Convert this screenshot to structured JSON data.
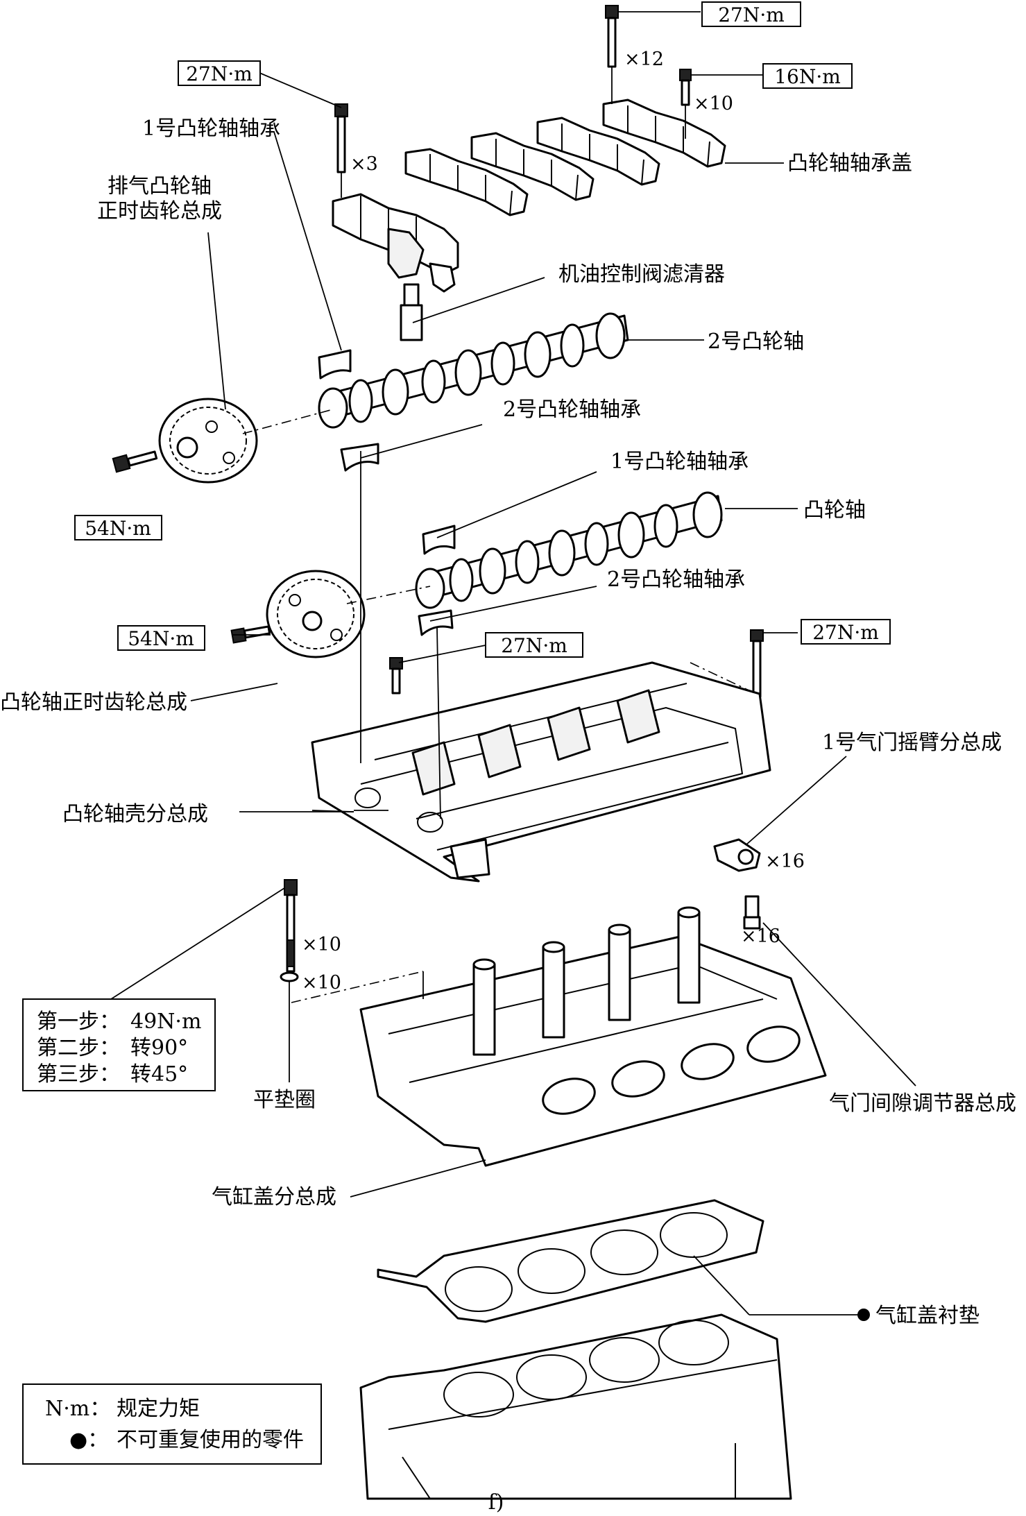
{
  "torque": {
    "top_bolt": "27N·m",
    "left_bolt": "27N·m",
    "cap_bolt": "16N·m",
    "exhaust_gear_bolt": "54N·m",
    "intake_gear_bolt": "54N·m",
    "housing_bolt_left": "27N·m",
    "housing_bolt_right": "27N·m"
  },
  "counts": {
    "top_bolt": "×12",
    "cap_bolt": "×10",
    "left_bolt": "×3",
    "rocker_arm": "×16",
    "lash_adjuster": "×16",
    "head_bolt": "×10",
    "washer": "×10"
  },
  "labels": {
    "no1_bearing_top": "1号凸轮轴轴承",
    "exhaust_gear_line1": "排气凸轮轴",
    "exhaust_gear_line2": "正时齿轮总成",
    "bearing_cap": "凸轮轴轴承盖",
    "ocv_filter": "机油控制阀滤清器",
    "no2_camshaft": "2号凸轮轴",
    "no2_bearing_upper": "2号凸轮轴轴承",
    "no1_bearing_lower": "1号凸轮轴轴承",
    "camshaft": "凸轮轴",
    "no2_bearing_lower": "2号凸轮轴轴承",
    "cam_gear": "凸轮轴正时齿轮总成",
    "cam_housing": "凸轮轴壳分总成",
    "rocker_arm": "1号气门摇臂分总成",
    "washer": "平垫圈",
    "lash_adjuster": "气门间隙调节器总成",
    "cylinder_head": "气缸盖分总成",
    "head_gasket": "气缸盖衬垫"
  },
  "steps": [
    {
      "label": "第一步：",
      "value": "49N·m"
    },
    {
      "label": "第二步：",
      "value": "转90°"
    },
    {
      "label": "第三步：",
      "value": "转45°"
    }
  ],
  "legend": {
    "torque_key": "N·m：",
    "torque_desc": "规定力矩",
    "dot_key": "●：",
    "dot_desc": "不可重复使用的零件"
  },
  "caption": "f)"
}
